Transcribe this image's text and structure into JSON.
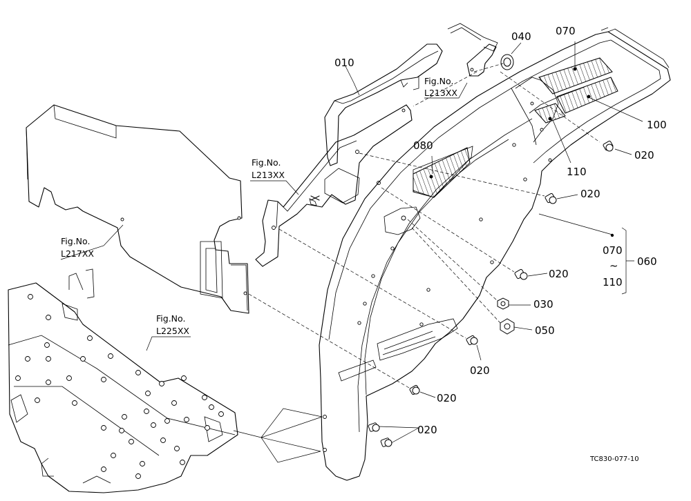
{
  "callouts": {
    "p010": "010",
    "p020": "020",
    "p030": "030",
    "p040": "040",
    "p050": "050",
    "p060": "060",
    "p070": "070",
    "p080": "080",
    "p100": "100",
    "p110": "110",
    "range_from": "070",
    "range_tilde": "~",
    "range_to": "110"
  },
  "figure_refs": {
    "fig_label": "Fig.No.",
    "ref_top": "L213XX",
    "ref_mid": "L213XX",
    "ref_left": "L217XX",
    "ref_bottom": "L225XX"
  },
  "drawing_code": "TC830-077-10"
}
